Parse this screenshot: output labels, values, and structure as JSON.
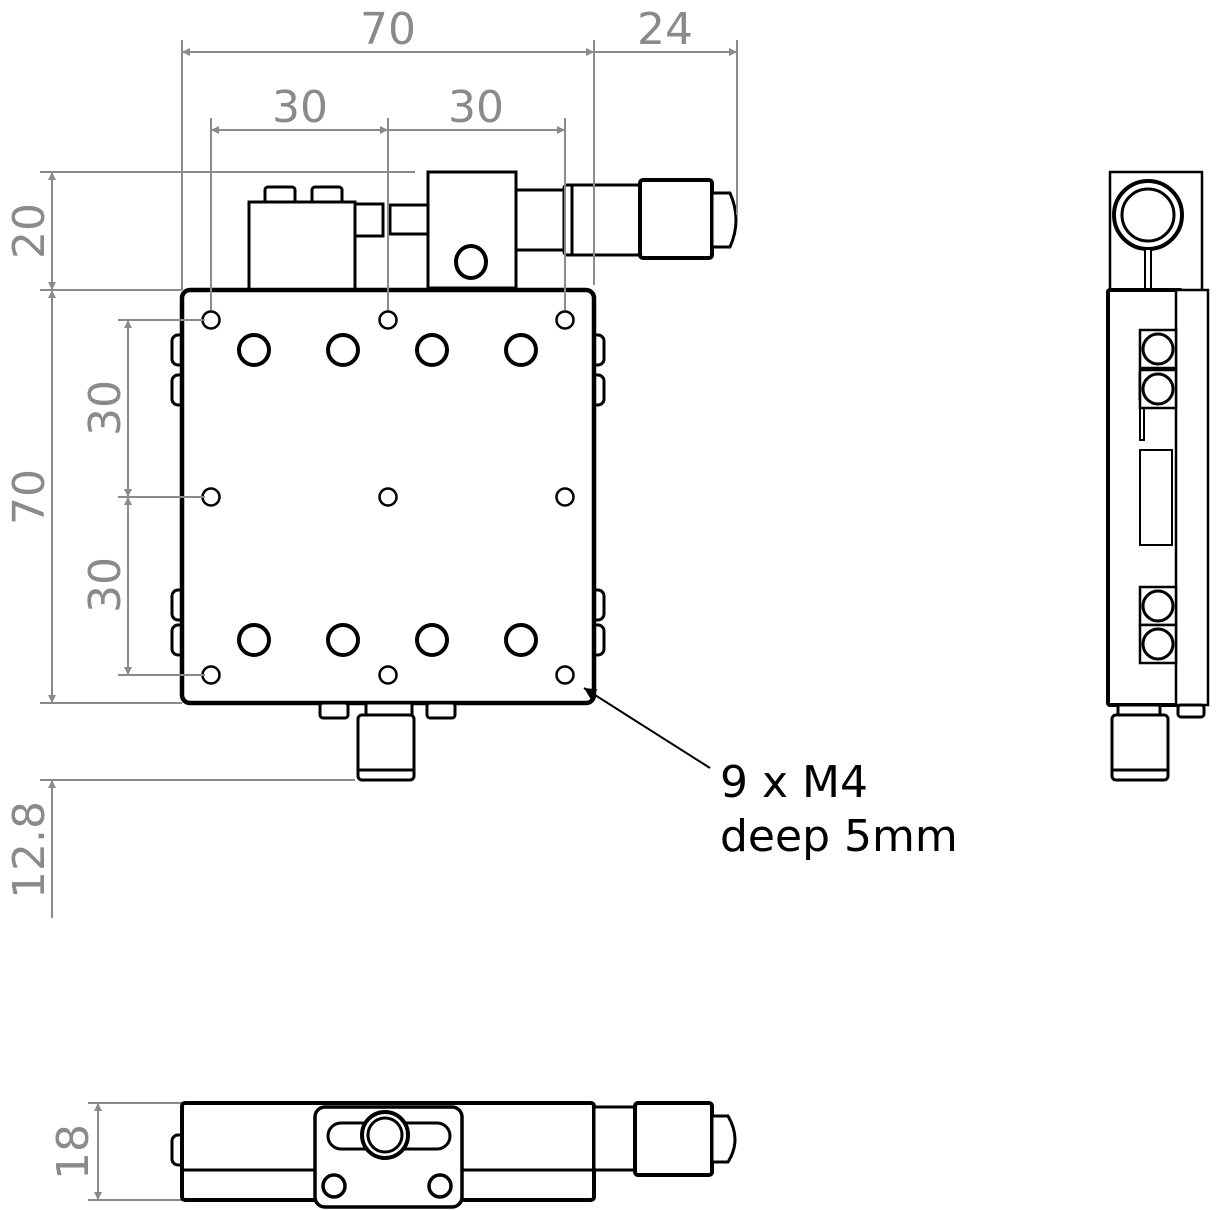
{
  "dimensions": {
    "width_total": "70",
    "micrometer_extension": "24",
    "hole_spacing_x1": "30",
    "hole_spacing_x2": "30",
    "micrometer_height": "20",
    "length_total": "70",
    "hole_spacing_y1": "30",
    "hole_spacing_y2": "30",
    "bottom_knob": "12.8",
    "stage_height": "18"
  },
  "annotation": {
    "line1": "9 x M4",
    "line2": "deep 5mm"
  }
}
